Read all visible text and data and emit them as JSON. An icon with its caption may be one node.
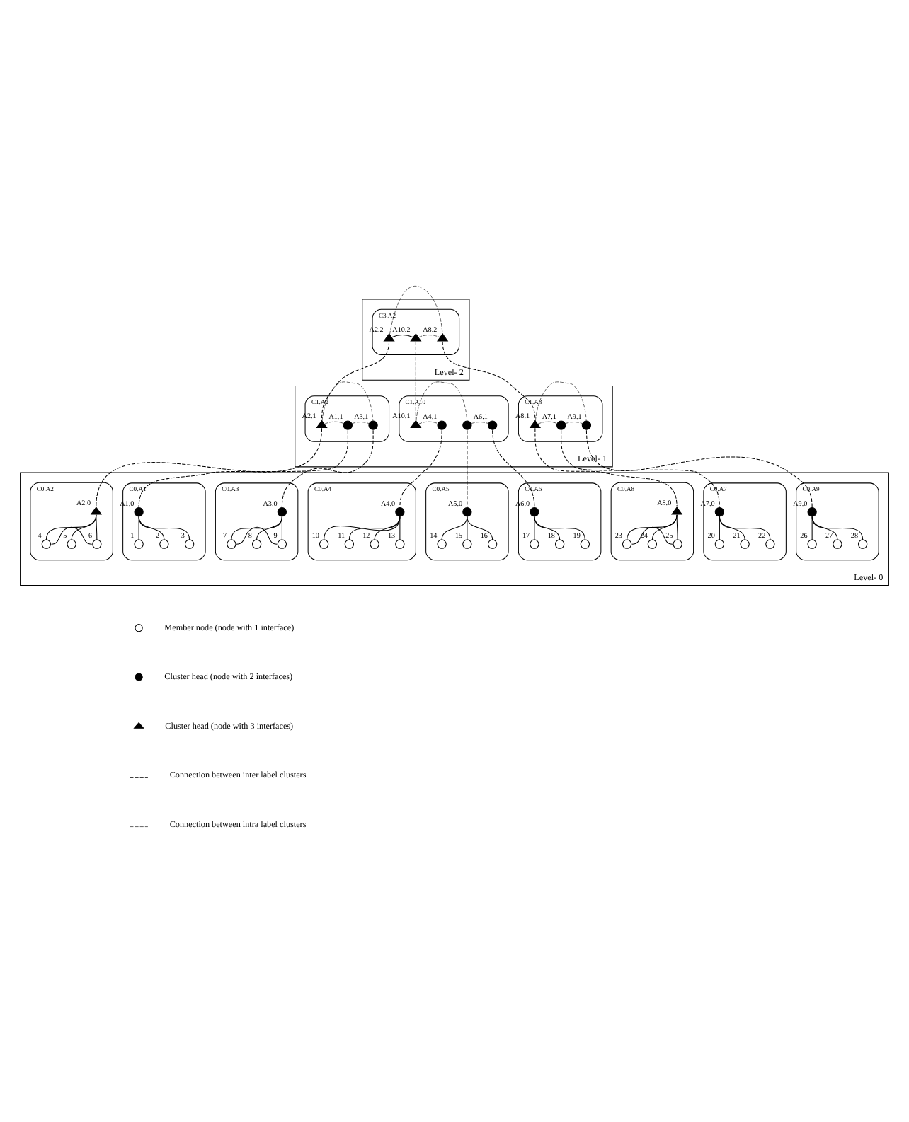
{
  "diagram": {
    "nodes": [
      {
        "text": [
          "Level- 2"
        ]
      },
      {
        "text": [
          "C3.A2"
        ],
        "in": 0
      },
      {
        "text": [],
        "shape": "triangle",
        "beside": [
          "A2.2"
        ],
        "in": 1
      },
      {
        "text": [],
        "shape": "triangle",
        "beside": [
          "A10.2"
        ],
        "in": 1
      },
      {
        "text": [],
        "shape": "triangle",
        "beside": [
          "A8.2"
        ],
        "in": 1
      },
      {
        "text": [
          "Level- 1"
        ]
      },
      {
        "text": [
          "C1.A2"
        ],
        "in": 5
      },
      {
        "text": [],
        "shape": "triangle",
        "beside": [
          "A2.1"
        ],
        "in": 6
      },
      {
        "text": [],
        "shape": "dot",
        "beside": [
          "A1.1"
        ],
        "in": 6
      },
      {
        "text": [],
        "shape": "dot",
        "beside": [
          "A3.1"
        ],
        "in": 6
      },
      {
        "text": [
          "C1.A10"
        ],
        "in": 5
      },
      {
        "text": [],
        "shape": "triangle",
        "beside": [
          "A10.1"
        ],
        "in": 10
      },
      {
        "text": [],
        "shape": "dot",
        "beside": [
          "A4.1"
        ],
        "in": 10
      },
      {
        "text": [],
        "shape": "dot",
        "in": 10
      },
      {
        "text": [],
        "shape": "dot",
        "beside": [
          "A6.1"
        ],
        "in": 10
      },
      {
        "text": [
          "C1.A8"
        ],
        "in": 5
      },
      {
        "text": [],
        "shape": "triangle",
        "beside": [
          "A8.1"
        ],
        "in": 15
      },
      {
        "text": [],
        "shape": "dot",
        "beside": [
          "A7.1"
        ],
        "in": 15
      },
      {
        "text": [],
        "shape": "dot",
        "beside": [
          "A9.1"
        ],
        "in": 15
      },
      {
        "text": [
          "Level- 0"
        ]
      },
      {
        "text": [
          "C0.A1"
        ],
        "in": 19
      },
      {
        "text": [],
        "shape": "dot",
        "beside": [
          "A1.0"
        ],
        "in": 20
      },
      {
        "text": [],
        "shape": "circle",
        "beside": [
          "1"
        ],
        "in": 20
      },
      {
        "text": [],
        "shape": "circle",
        "beside": [
          "2"
        ],
        "in": 20
      },
      {
        "text": [],
        "shape": "circle",
        "beside": [
          "3"
        ],
        "in": 20
      },
      {
        "text": [
          "C0.A2"
        ],
        "in": 19
      },
      {
        "text": [],
        "shape": "triangle",
        "beside": [
          "A2.0"
        ],
        "in": 25
      },
      {
        "text": [],
        "shape": "circle",
        "beside": [
          "4"
        ],
        "in": 25
      },
      {
        "text": [],
        "shape": "circle",
        "beside": [
          "5"
        ],
        "in": 25
      },
      {
        "text": [],
        "shape": "circle",
        "beside": [
          "6"
        ],
        "in": 25
      },
      {
        "text": [
          "C0.A3"
        ],
        "in": 19
      },
      {
        "text": [],
        "shape": "dot",
        "beside": [
          "A3.0"
        ],
        "in": 30
      },
      {
        "text": [],
        "shape": "circle",
        "beside": [
          "7"
        ],
        "in": 30
      },
      {
        "text": [],
        "shape": "circle",
        "beside": [
          "8"
        ],
        "in": 30
      },
      {
        "text": [],
        "shape": "circle",
        "beside": [
          "9"
        ],
        "in": 30
      },
      {
        "text": [
          "C0.A4"
        ],
        "in": 19
      },
      {
        "text": [],
        "shape": "dot",
        "beside": [
          "A4.0"
        ],
        "in": 35
      },
      {
        "text": [],
        "shape": "circle",
        "beside": [
          "10"
        ],
        "in": 35
      },
      {
        "text": [],
        "shape": "circle",
        "beside": [
          "11"
        ],
        "in": 35
      },
      {
        "text": [],
        "shape": "circle",
        "beside": [
          "12"
        ],
        "in": 35
      },
      {
        "text": [],
        "shape": "circle",
        "beside": [
          "13"
        ],
        "in": 35
      },
      {
        "text": [
          "C0.A5"
        ],
        "in": 19
      },
      {
        "text": [],
        "shape": "dot",
        "beside": [
          "A5.0"
        ],
        "in": 41
      },
      {
        "text": [],
        "shape": "circle",
        "beside": [
          "14"
        ],
        "in": 41
      },
      {
        "text": [],
        "shape": "circle",
        "beside": [
          "15"
        ],
        "in": 41
      },
      {
        "text": [],
        "shape": "circle",
        "beside": [
          "16"
        ],
        "in": 41
      },
      {
        "text": [
          "C0.A6"
        ],
        "in": 19
      },
      {
        "text": [],
        "shape": "dot",
        "beside": [
          "A6.0"
        ],
        "in": 46
      },
      {
        "text": [],
        "shape": "circle",
        "beside": [
          "17"
        ],
        "in": 46
      },
      {
        "text": [],
        "shape": "circle",
        "beside": [
          "18"
        ],
        "in": 46
      },
      {
        "text": [],
        "shape": "circle",
        "beside": [
          "19"
        ],
        "in": 46
      },
      {
        "text": [
          "C0.A7"
        ],
        "in": 19
      },
      {
        "text": [],
        "shape": "dot",
        "beside": [
          "A7.0"
        ],
        "in": 51
      },
      {
        "text": [],
        "shape": "circle",
        "beside": [
          "20"
        ],
        "in": 51
      },
      {
        "text": [],
        "shape": "circle",
        "beside": [
          "21"
        ],
        "in": 51
      },
      {
        "text": [],
        "shape": "circle",
        "beside": [
          "22"
        ],
        "in": 51
      },
      {
        "text": [
          "C0.A8"
        ],
        "in": 19
      },
      {
        "text": [],
        "shape": "triangle",
        "beside": [
          "A8.0"
        ],
        "in": 56
      },
      {
        "text": [],
        "shape": "circle",
        "beside": [
          "23"
        ],
        "in": 56
      },
      {
        "text": [],
        "shape": "circle",
        "beside": [
          "24"
        ],
        "in": 56
      },
      {
        "text": [],
        "shape": "circle",
        "beside": [
          "25"
        ],
        "in": 56
      },
      {
        "text": [
          "C0.A9"
        ],
        "in": 19
      },
      {
        "text": [],
        "shape": "dot",
        "beside": [
          "A9.0"
        ],
        "in": 61
      },
      {
        "text": [],
        "shape": "circle",
        "beside": [
          "26"
        ],
        "in": 61
      },
      {
        "text": [],
        "shape": "circle",
        "beside": [
          "27"
        ],
        "in": 61
      },
      {
        "text": [],
        "shape": "circle",
        "beside": [
          "28"
        ],
        "in": 61
      }
    ],
    "edges": [
      {
        "from": 2,
        "to": 3,
        "arrow": "none"
      },
      {
        "from": 2,
        "to": 4,
        "arrow": "none",
        "style": "dashed"
      },
      {
        "from": 3,
        "to": 4,
        "arrow": "none",
        "style": "dashed"
      },
      {
        "from": 7,
        "to": 8,
        "arrow": "none",
        "style": "dashed"
      },
      {
        "from": 7,
        "to": 9,
        "arrow": "none",
        "style": "dashed"
      },
      {
        "from": 8,
        "to": 9,
        "arrow": "none",
        "style": "dashed"
      },
      {
        "from": 11,
        "to": 12,
        "arrow": "none",
        "style": "dashed"
      },
      {
        "from": 11,
        "to": 13,
        "arrow": "none",
        "style": "dashed"
      },
      {
        "from": 13,
        "to": 14,
        "arrow": "none",
        "style": "dashed"
      },
      {
        "from": 16,
        "to": 17,
        "arrow": "none",
        "style": "dashed"
      },
      {
        "from": 16,
        "to": 18,
        "arrow": "none",
        "style": "dashed"
      },
      {
        "from": 17,
        "to": 18,
        "arrow": "none",
        "style": "dashed"
      },
      {
        "from": 2,
        "to": 7,
        "arrow": "none",
        "style": "dashed"
      },
      {
        "from": 3,
        "to": 11,
        "arrow": "none",
        "style": "dashed"
      },
      {
        "from": 4,
        "to": 16,
        "arrow": "none",
        "style": "dashed"
      },
      {
        "from": 8,
        "to": 21,
        "arrow": "none",
        "style": "dashed"
      },
      {
        "from": 7,
        "to": 26,
        "arrow": "none",
        "style": "dashed"
      },
      {
        "from": 9,
        "to": 31,
        "arrow": "none",
        "style": "dashed"
      },
      {
        "from": 12,
        "to": 36,
        "arrow": "none",
        "style": "dashed"
      },
      {
        "from": 13,
        "to": 42,
        "arrow": "none",
        "style": "dashed"
      },
      {
        "from": 14,
        "to": 47,
        "arrow": "none",
        "style": "dashed"
      },
      {
        "from": 17,
        "to": 52,
        "arrow": "none",
        "style": "dashed"
      },
      {
        "from": 16,
        "to": 57,
        "arrow": "none",
        "style": "dashed"
      },
      {
        "from": 18,
        "to": 62,
        "arrow": "none",
        "style": "dashed"
      },
      {
        "from": 21,
        "to": 22,
        "arrow": "none"
      },
      {
        "from": 21,
        "to": 23,
        "arrow": "none"
      },
      {
        "from": 21,
        "to": 24,
        "arrow": "none"
      },
      {
        "from": 26,
        "to": 27,
        "arrow": "none"
      },
      {
        "from": 26,
        "to": 28,
        "arrow": "none"
      },
      {
        "from": 26,
        "to": 29,
        "arrow": "none"
      },
      {
        "from": 27,
        "to": 29,
        "arrow": "none"
      },
      {
        "from": 31,
        "to": 32,
        "arrow": "none"
      },
      {
        "from": 31,
        "to": 33,
        "arrow": "none"
      },
      {
        "from": 31,
        "to": 34,
        "arrow": "none"
      },
      {
        "from": 32,
        "to": 34,
        "arrow": "none"
      },
      {
        "from": 36,
        "to": 37,
        "arrow": "none"
      },
      {
        "from": 36,
        "to": 38,
        "arrow": "none"
      },
      {
        "from": 36,
        "to": 39,
        "arrow": "none"
      },
      {
        "from": 36,
        "to": 40,
        "arrow": "none"
      },
      {
        "from": 42,
        "to": 43,
        "arrow": "none"
      },
      {
        "from": 42,
        "to": 44,
        "arrow": "none"
      },
      {
        "from": 42,
        "to": 45,
        "arrow": "none"
      },
      {
        "from": 47,
        "to": 48,
        "arrow": "none"
      },
      {
        "from": 47,
        "to": 49,
        "arrow": "none"
      },
      {
        "from": 47,
        "to": 50,
        "arrow": "none"
      },
      {
        "from": 52,
        "to": 53,
        "arrow": "none"
      },
      {
        "from": 52,
        "to": 54,
        "arrow": "none"
      },
      {
        "from": 52,
        "to": 55,
        "arrow": "none"
      },
      {
        "from": 57,
        "to": 58,
        "arrow": "none"
      },
      {
        "from": 57,
        "to": 59,
        "arrow": "none"
      },
      {
        "from": 57,
        "to": 60,
        "arrow": "none"
      },
      {
        "from": 58,
        "to": 60,
        "arrow": "none"
      },
      {
        "from": 62,
        "to": 63,
        "arrow": "none"
      },
      {
        "from": 62,
        "to": 64,
        "arrow": "none"
      },
      {
        "from": 62,
        "to": 65,
        "arrow": "none"
      }
    ],
    "legend": [
      {
        "text": "Member node (node with 1 interface)"
      },
      {
        "text": "Cluster head (node with 2 interfaces)"
      },
      {
        "text": "Cluster head (node with 3 interfaces)"
      },
      {
        "text": "Connection between inter label clusters"
      },
      {
        "text": "Connection between intra label clusters"
      }
    ]
  }
}
